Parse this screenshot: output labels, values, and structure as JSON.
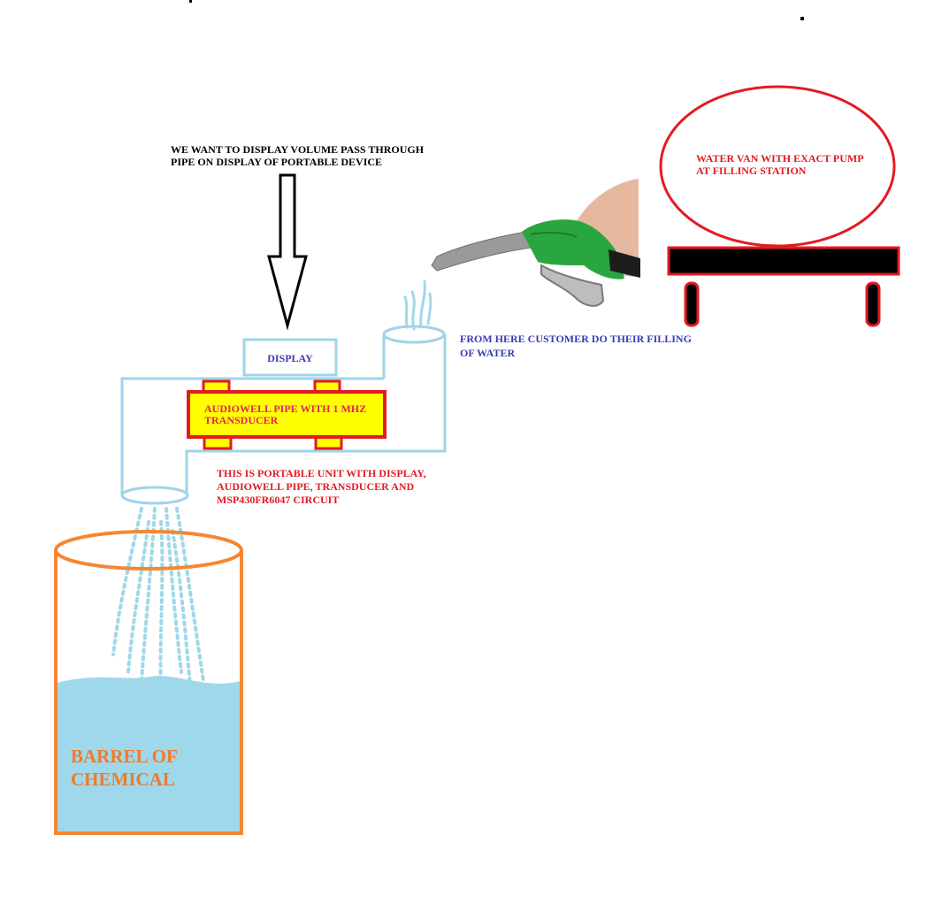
{
  "colors": {
    "pipe_outline": "#9fd4e8",
    "water": "#9fd8ea",
    "pipe_body_fill": "#ffff00",
    "pipe_body_outline": "#e21b22",
    "barrel_outline": "#f58732",
    "van_outline": "#e21b22",
    "van_platform": "#000000",
    "nozzle_green": "#2aa640",
    "arrow": "#000000"
  },
  "labels": {
    "instruction": "WE WANT TO DISPLAY VOLUME PASS THROUGH\nPIPE ON DISPLAY OF PORTABLE DEVICE",
    "display": "DISPLAY",
    "pipe": "AUDIOWELL PIPE WITH 1 MHZ\nTRANSDUCER",
    "portable_unit": "THIS IS PORTABLE UNIT WITH DISPLAY,\nAUDIOWELL PIPE, TRANSDUCER AND\nMSP430FR6047 CIRCUIT",
    "customer": "FROM HERE CUSTOMER DO THEIR FILLING\n OF WATER",
    "water_van": "WATER VAN WITH EXACT PUMP\nAT FILLING STATION",
    "barrel": "BARREL OF\nCHEMICAL"
  },
  "icons": {
    "down_arrow": "down-arrow-icon",
    "fuel_nozzle": "fuel-nozzle-icon",
    "water_van": "water-van-icon",
    "barrel": "barrel-icon"
  }
}
